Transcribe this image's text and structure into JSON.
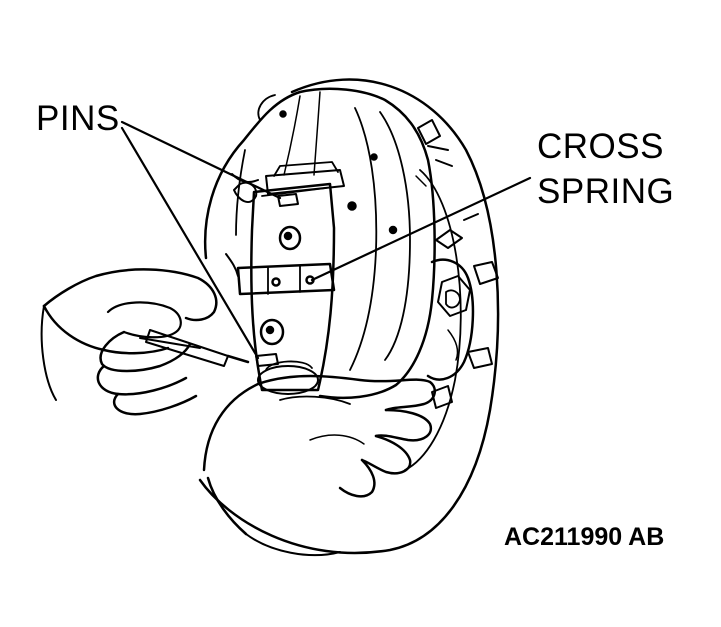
{
  "labels": {
    "pins": "PINS",
    "cross_spring_line1": "CROSS",
    "cross_spring_line2": "SPRING"
  },
  "figure_id": "AC211990 AB",
  "colors": {
    "ink": "#000000",
    "paper": "#ffffff"
  }
}
